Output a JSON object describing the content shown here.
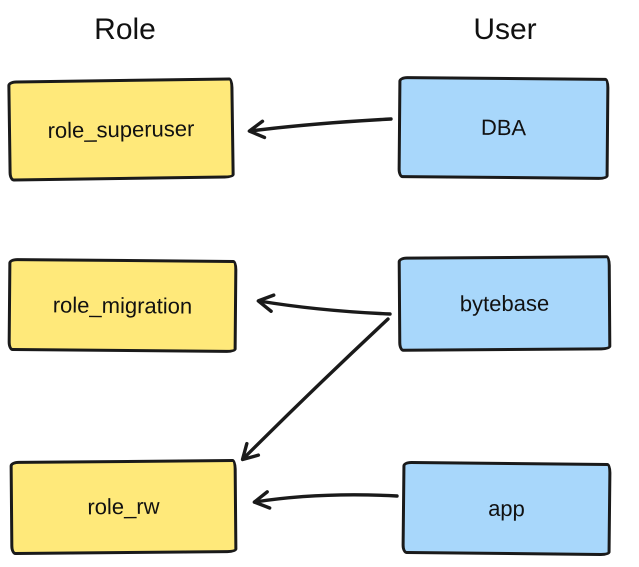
{
  "diagram": {
    "headers": {
      "left": "Role",
      "right": "User"
    },
    "roles": [
      {
        "label": "role_superuser"
      },
      {
        "label": "role_migration"
      },
      {
        "label": "role_rw"
      }
    ],
    "users": [
      {
        "label": "DBA"
      },
      {
        "label": "bytebase"
      },
      {
        "label": "app"
      }
    ],
    "edges": [
      {
        "from": "DBA",
        "to": "role_superuser"
      },
      {
        "from": "bytebase",
        "to": "role_migration"
      },
      {
        "from": "bytebase",
        "to": "role_rw"
      },
      {
        "from": "app",
        "to": "role_rw"
      }
    ],
    "colors": {
      "role_fill": "#ffe97a",
      "user_fill": "#a8d7fb",
      "stroke": "#1a1a1a",
      "background": "#ffffff"
    }
  }
}
